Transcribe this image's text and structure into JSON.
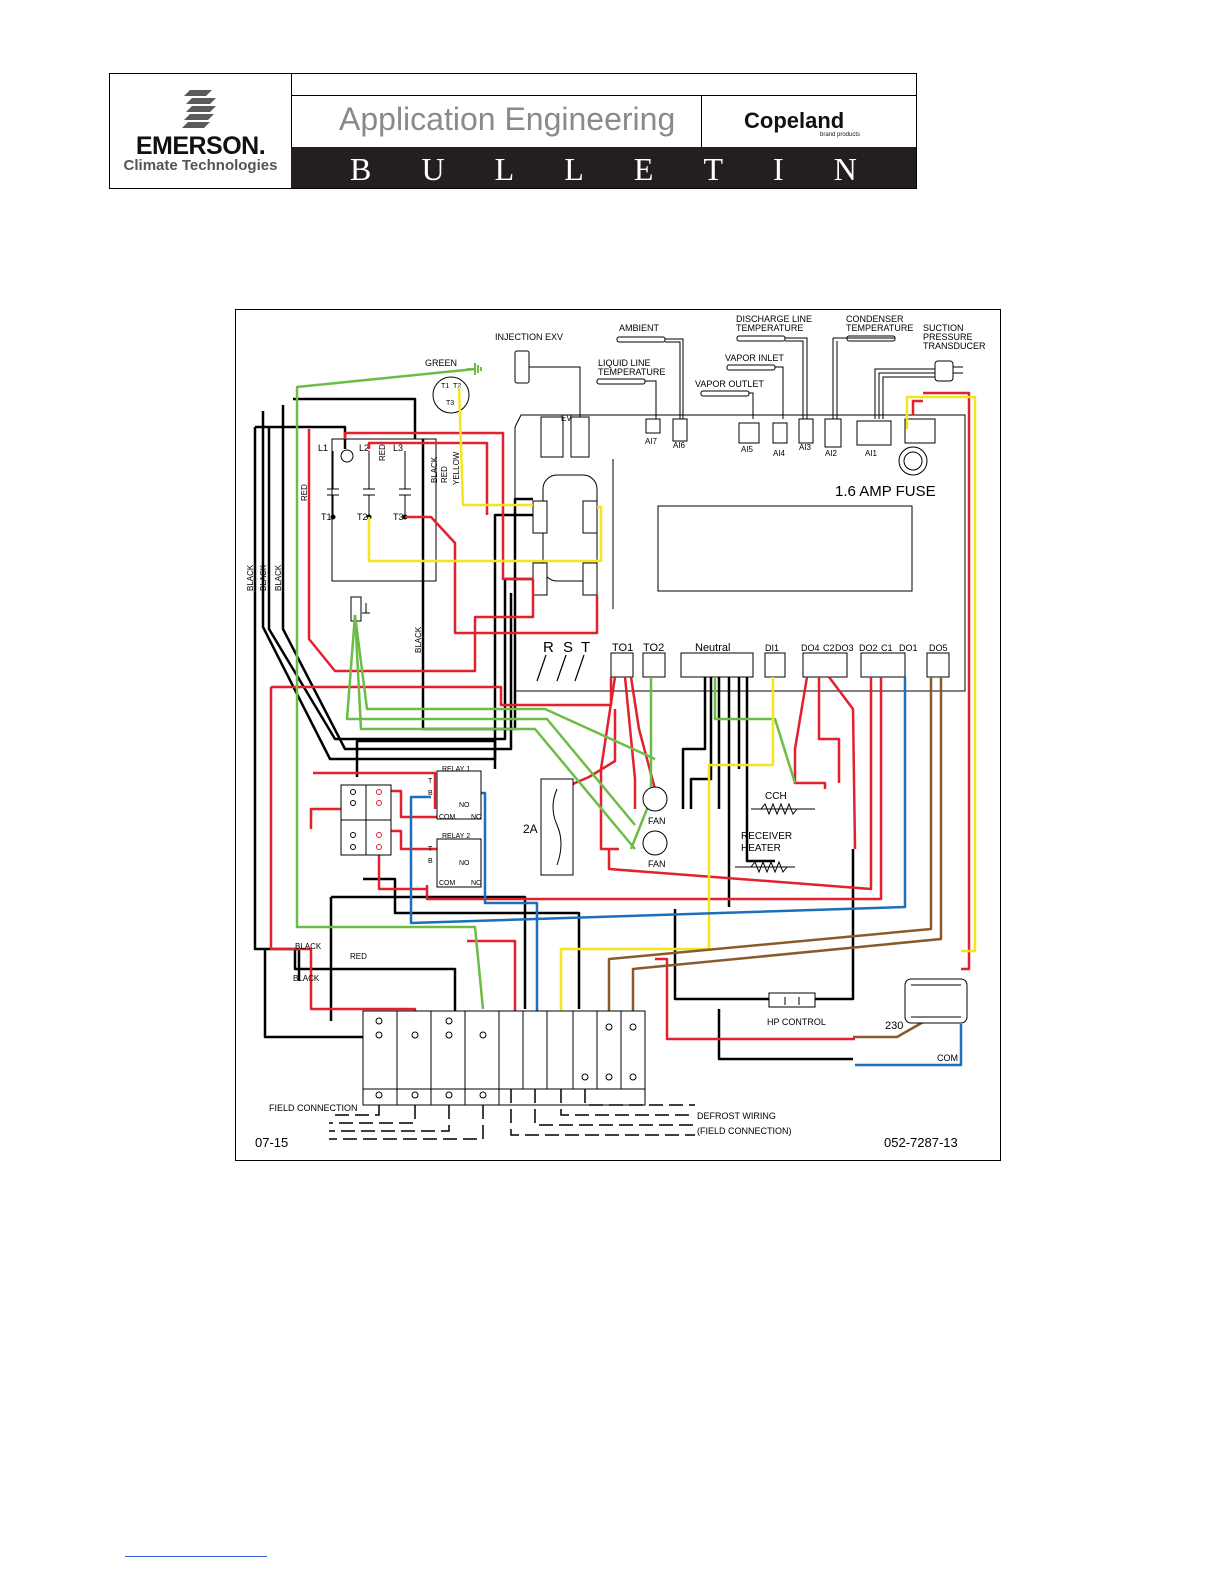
{
  "header": {
    "company": "EMERSON.",
    "company_sub": "Climate Technologies",
    "title": "Application Engineering",
    "brand": "Copeland",
    "brand_sub": "brand products",
    "bulletin_letters": [
      "B",
      "U",
      "L",
      "L",
      "E",
      "T",
      "I",
      "N"
    ]
  },
  "diagram": {
    "top_labels": {
      "injection_exv": "INJECTION EXV",
      "ambient": "AMBIENT",
      "liquid_line": [
        "LIQUID LINE",
        "TEMPERATURE"
      ],
      "discharge_line": [
        "DISCHARGE LINE",
        "TEMPERATURE"
      ],
      "vapor_inlet": "VAPOR INLET",
      "vapor_outlet": "VAPOR OUTLET",
      "condenser": [
        "CONDENSER",
        "TEMPERATURE"
      ],
      "suction": [
        "SUCTION",
        "PRESSURE",
        "TRANSDUCER"
      ],
      "green": "GREEN"
    },
    "connectors": [
      "EV",
      "AI7",
      "AI6",
      "AI5",
      "AI4",
      "AI3",
      "AI2",
      "AI1"
    ],
    "fuse_label": "1.6 AMP FUSE",
    "contactor": {
      "L1": "L1",
      "L2": "L2",
      "L3": "L3",
      "T1": "T1",
      "T2": "T2",
      "T3": "T3"
    },
    "motor_terminals": {
      "T1": "T1",
      "T2": "T2",
      "T3": "T3"
    },
    "wire_labels": {
      "red_a": "RED",
      "red_b": "RED",
      "red_c": "RED",
      "black_a": "BLACK",
      "black_b": "BLACK",
      "black_c": "BLACK",
      "black_d": "BLACK",
      "black_e": "BLACK",
      "black_f": "BLACK",
      "black_g": "BLACK",
      "yellow": "YELLOW"
    },
    "board_terminals": [
      "R",
      "S",
      "T",
      "TO1",
      "TO2",
      "Neutral",
      "DI1",
      "DO4",
      "C2",
      "DO3",
      "DO2",
      "C1",
      "DO1",
      "DO5"
    ],
    "relay1": {
      "name": "RELAY 1",
      "t": "T",
      "b": "B",
      "com": "COM",
      "no": "NO",
      "nc": "NC"
    },
    "relay2": {
      "name": "RELAY 2",
      "t": "T",
      "b": "B",
      "com": "COM",
      "no": "NO",
      "nc": "NC"
    },
    "fuse_2a": "2A",
    "fan1": "FAN",
    "fan2": "FAN",
    "cch": "CCH",
    "receiver_heater": [
      "RECEIVER",
      "HEATER"
    ],
    "hp_control": "HP CONTROL",
    "transformer_230": "230",
    "transformer_com": "COM",
    "field_connection": "FIELD CONNECTION",
    "defrost_wiring": [
      "DEFROST WIRING",
      "(FIELD CONNECTION)"
    ],
    "date_code": "07-15",
    "part_number": "052-7287-13"
  },
  "colors": {
    "red": "#e3202e",
    "green": "#6cbd45",
    "yellow": "#f5e61c",
    "blue": "#1c6fb8",
    "brown": "#8b5a2b",
    "black": "#000000"
  }
}
